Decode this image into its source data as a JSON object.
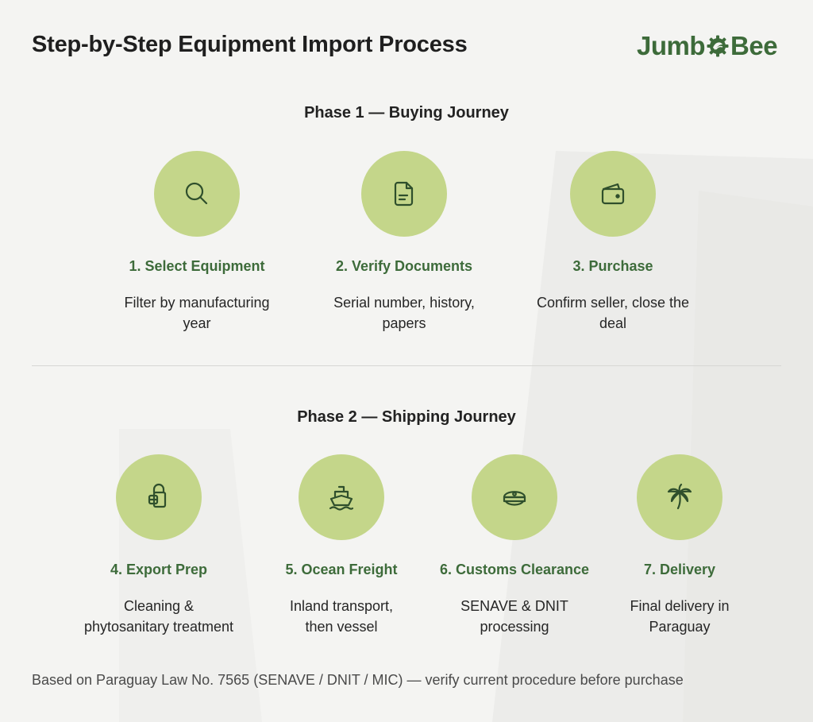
{
  "header": {
    "title": "Step-by-Step Equipment Import Process",
    "logo_left": "Jumb",
    "logo_right": "Bee"
  },
  "phase1": {
    "title": "Phase 1 — Buying Journey",
    "steps": [
      {
        "label": "1. Select Equipment",
        "desc_lines": [
          "Filter by manufacturing",
          "year"
        ],
        "icon": "search-icon"
      },
      {
        "label": "2. Verify Documents",
        "desc_lines": [
          "Serial number, history,",
          "papers"
        ],
        "icon": "document-icon"
      },
      {
        "label": "3. Purchase",
        "desc_lines": [
          "Confirm seller, close the",
          "deal"
        ],
        "icon": "wallet-icon"
      }
    ]
  },
  "phase2": {
    "title": "Phase 2 — Shipping Journey",
    "steps": [
      {
        "label": "4. Export Prep",
        "desc_lines": [
          "Cleaning &",
          "phytosanitary treatment"
        ],
        "icon": "cleaning-bucket-icon"
      },
      {
        "label": "5. Ocean Freight",
        "desc_lines": [
          "Inland transport,",
          "then vessel"
        ],
        "icon": "ship-icon"
      },
      {
        "label": "6. Customs Clearance",
        "desc_lines": [
          "SENAVE & DNIT",
          "processing"
        ],
        "icon": "customs-officer-cap-icon"
      },
      {
        "label": "7. Delivery",
        "desc_lines": [
          "Final delivery in",
          "Paraguay"
        ],
        "icon": "palm-tree-icon"
      }
    ]
  },
  "footnote": "Based on Paraguay Law No. 7565 (SENAVE / DNIT / MIC) — verify current procedure before purchase",
  "colors": {
    "background": "#f4f4f2",
    "circle": "#c4d68a",
    "accent_green": "#3d6b3a",
    "icon_stroke": "#2f4f2c"
  }
}
